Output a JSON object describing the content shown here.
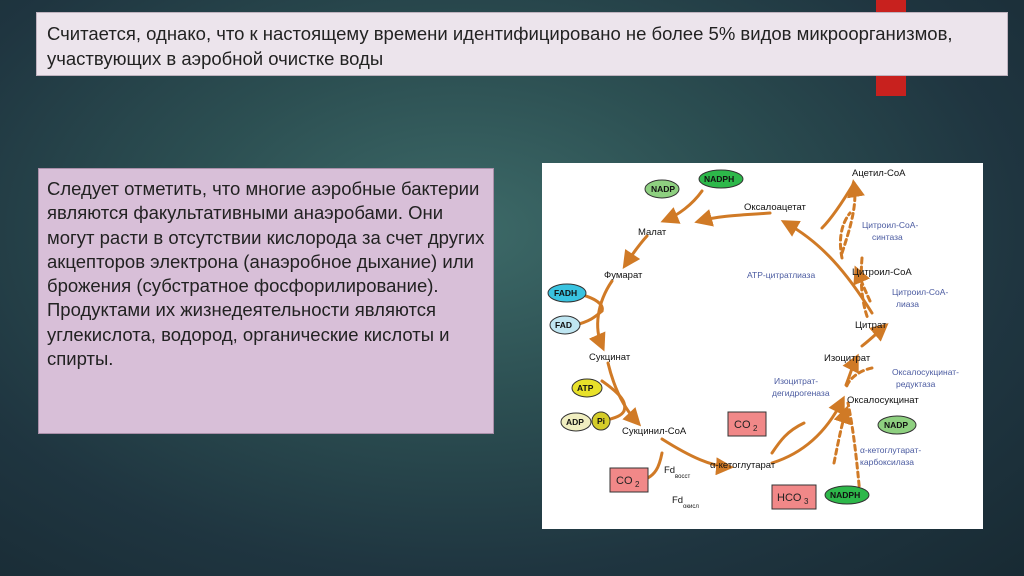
{
  "header": {
    "text": "Считается, однако, что к настоящему времени идентифицировано не более 5% видов микроорганизмов, участвующих в аэробной очистке воды"
  },
  "body": {
    "text": "Следует отметить, что многие аэробные бактерии являются факультативными анаэробами. Они могут расти в отсутствии кислорода за счет других акцепторов электрона (анаэробное дыхание) или брожения (субстратное фосфорилирование). Продуктами их жизнедеятельности являются углекислота, водород, органические кислоты и спирты."
  },
  "diagram": {
    "metabolites": {
      "acetyl_coa": "Ацетил-CoA",
      "oxaloacetate": "Оксалоацетат",
      "malate": "Малат",
      "fumarate": "Фумарат",
      "succinate": "Сукцинат",
      "succinyl_coa": "Сукцинил-CoA",
      "ketoglutarate": "α-кетоглутарат",
      "oxalosuccinate": "Оксалосукцинат",
      "isocitrate": "Изоцитрат",
      "citrate": "Цитрат",
      "citroyl_coa": "Цитроил-CoA"
    },
    "enzymes": {
      "citroyl_synthase_1": "Цитроил-CoA-",
      "citroyl_synthase_2": "синтаза",
      "citroyl_lyase_1": "Цитроил-CoA-",
      "citroyl_lyase_2": "лиаза",
      "atp_citrate_lyase": "ATP-цитратлиаза",
      "isocitrate_dh_1": "Изоцитрат-",
      "isocitrate_dh_2": "дегидрогеназа",
      "oxalosuccinate_red_1": "Оксалосукцинат-",
      "oxalosuccinate_red_2": "редуктаза",
      "ketoglutarate_carb_1": "α-кетоглутарат-",
      "ketoglutarate_carb_2": "карбоксилаза"
    },
    "cofactors": {
      "nadp_top": "NADP",
      "nadph_top": "NADPH",
      "fadh": "FADH",
      "fad": "FAD",
      "atp": "ATP",
      "adp": "ADP",
      "pi": "Pi",
      "co2_left": "CO",
      "co2_right": "CO",
      "hco3": "HCO",
      "nadp_right": "NADP",
      "nadph_right": "NADPH",
      "sub2": "2",
      "sub3": "3",
      "fd": "Fd",
      "fd_red": "восст",
      "fd_ox": "окисл"
    },
    "colors": {
      "arrow": "#d07a26",
      "nadph": "#2db84a",
      "nadp": "#8ed080",
      "fadh": "#39c3e0",
      "fad": "#bfe6f2",
      "atp": "#e8e12a",
      "adp": "#f0eec0",
      "pi": "#d4cc2a",
      "co2": "#f18888",
      "enzyme": "#4a5aa0"
    }
  }
}
